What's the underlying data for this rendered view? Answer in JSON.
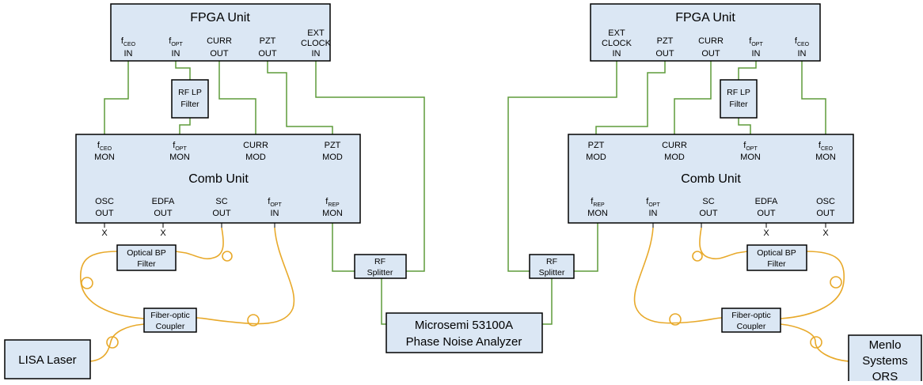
{
  "fpga_title": "FPGA Unit",
  "comb_title": "Comb Unit",
  "ports": {
    "f": "f",
    "ceo": "CEO",
    "opt": "OPT",
    "rep": "REP",
    "in": "IN",
    "out": "OUT",
    "mon": "MON",
    "mod": "MOD",
    "curr": "CURR",
    "pzt": "PZT",
    "ext": "EXT",
    "clock": "CLOCK",
    "osc": "OSC",
    "edfa": "EDFA",
    "sc": "SC"
  },
  "rf_lp_filter": [
    "RF LP",
    "Filter"
  ],
  "rf_splitter": [
    "RF",
    "Splitter"
  ],
  "optical_bp_filter": [
    "Optical BP",
    "Filter"
  ],
  "fiber_coupler": [
    "Fiber-optic",
    "Coupler"
  ],
  "analyzer": [
    "Microsemi 53100A",
    "Phase Noise Analyzer"
  ],
  "lisa_laser": "LISA Laser",
  "menlo": [
    "Menlo",
    "Systems",
    "ORS"
  ],
  "no_connect": "X",
  "colors": {
    "box_fill": "#dbe7f4",
    "rf_wire": "#5e9c3a",
    "fiber": "#e8a92a"
  }
}
